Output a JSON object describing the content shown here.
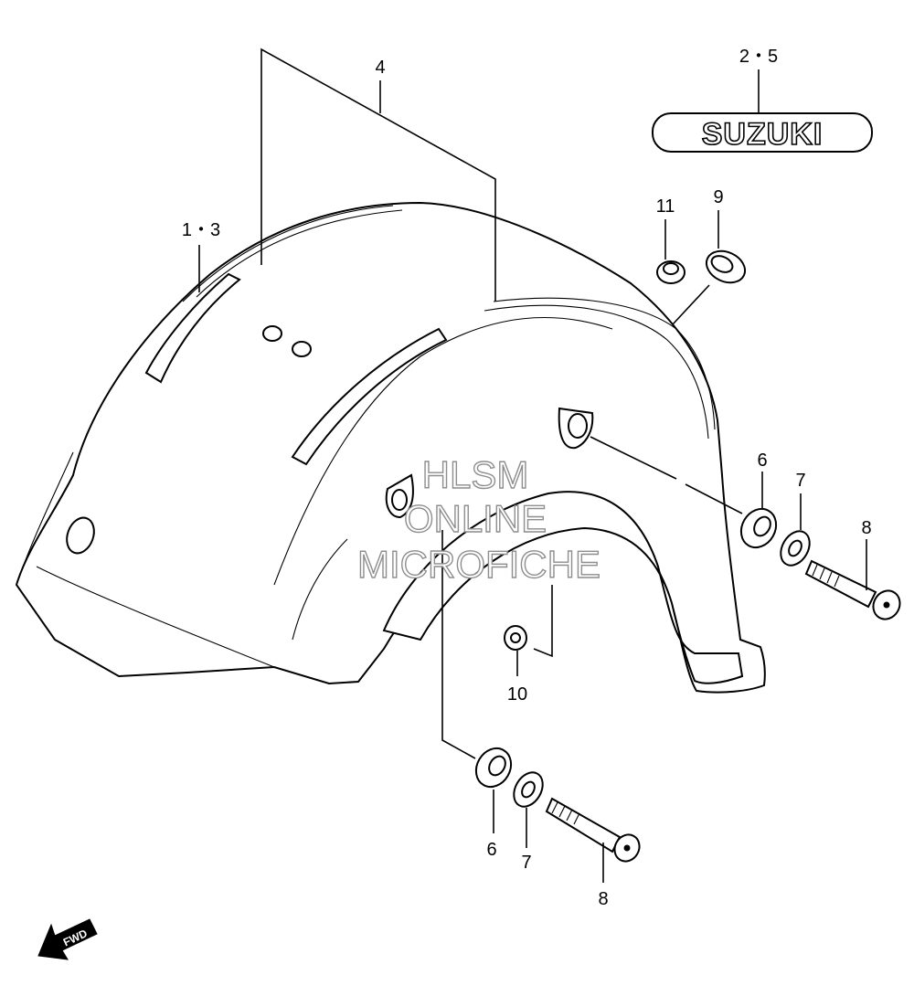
{
  "callouts": {
    "fender_left": "1・3",
    "stripe": "4",
    "emblem": "2・5",
    "grommet_11": "11",
    "grommet_9": "9",
    "cushion_upper": "6",
    "washer_upper": "7",
    "bolt_upper": "8",
    "nut_10": "10",
    "cushion_lower": "6",
    "washer_lower": "7",
    "bolt_lower": "8"
  },
  "emblem_text": "SUZUKI",
  "direction_label": "FWD",
  "watermark": {
    "line1": "HLSM",
    "line2": "ONLINE",
    "line3": "MICROFICHE"
  }
}
